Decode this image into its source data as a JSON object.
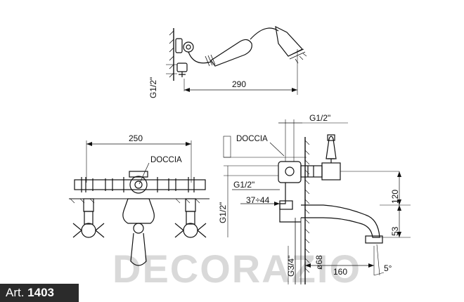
{
  "dimensions": {
    "handshower_length": "290",
    "handshower_thread": "G1/2\"",
    "mixer_centers": "250",
    "side_top_thread": "G1/2\"",
    "side_inner_thread": "G1/2\"",
    "side_left_thread": "G1/2\"",
    "wall_range": "37÷44",
    "height_120": "120",
    "height_53": "53",
    "spout_projection": "160",
    "pipe_thread": "G3/4\"",
    "spout_diameter": "ø68",
    "spout_angle": "5°"
  },
  "labels": {
    "front_doccia": "DOCCIA",
    "side_doccia": "DOCCIA"
  },
  "watermark": "DECORAZIO",
  "article": {
    "prefix": "Art.",
    "number": "1403"
  }
}
